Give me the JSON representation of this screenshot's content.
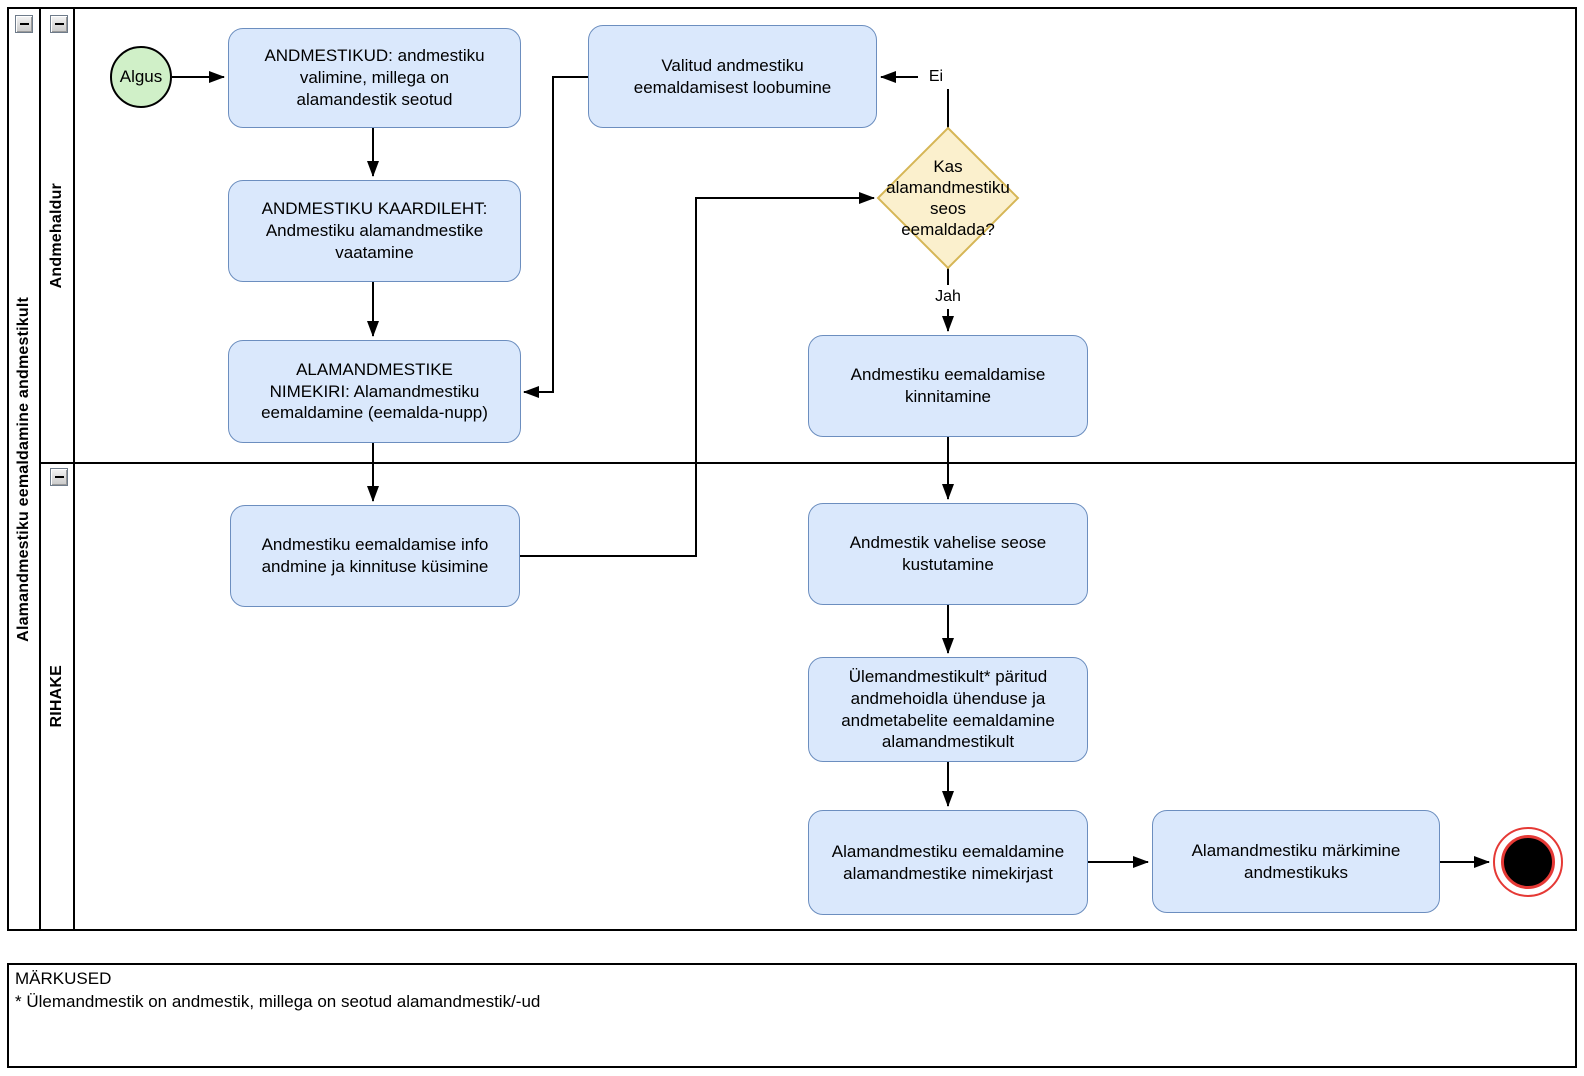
{
  "pool": {
    "title": "Alamandmestiku eemaldamine andmestikult",
    "lanes": [
      {
        "label": "Andmehaldur"
      },
      {
        "label": "RIHAKE"
      }
    ]
  },
  "nodes": {
    "start": {
      "label": "Algus"
    },
    "andmestikud": {
      "label": "ANDMESTIKUD: andmestiku\nvalimine, millega on\nalamandestik seotud"
    },
    "kaardileht": {
      "label": "ANDMESTIKU KAARDILEHT:\nAndmestiku alamandmestike\nvaatamine"
    },
    "nimekiri": {
      "label": "ALAMANDMESTIKE\nNIMEKIRI: Alamandmestiku\neemaldamine (eemalda-nupp)"
    },
    "loobumine": {
      "label": "Valitud andmestiku\neemaldamisest loobumine"
    },
    "gateway": {
      "label": "Kas\nalamandmestiku\nseos\neemaldada?"
    },
    "kinnitamine": {
      "label": "Andmestiku eemaldamise\nkinnitamine"
    },
    "info_andmine": {
      "label": "Andmestiku eemaldamise info\nandmine ja kinnituse küsimine"
    },
    "seose_kustutamine": {
      "label": "Andmestik vahelise seose\nkustutamine"
    },
    "paritud_eemaldamine": {
      "label": "Ülemandmestikult* päritud\nandmehoidla ühenduse ja\nandmetabelite eemaldamine\nalamandmestikult"
    },
    "nimekirjast_eemaldamine": {
      "label": "Alamandmestiku eemaldamine\nalamandmestike nimekirjast"
    },
    "markimine": {
      "label": "Alamandmestiku märkimine\nandmestikuks"
    }
  },
  "edge_labels": {
    "ei": "Ei",
    "jah": "Jah"
  },
  "notes": {
    "title": "MÄRKUSED",
    "body": "* Ülemandmestik on andmestik, millega on seotud alamandmestik/-ud"
  },
  "icons": {
    "collapse": "minus"
  },
  "colors": {
    "task_fill": "#dae8fc",
    "task_border": "#6c8ebf",
    "gateway_fill": "#fbf0cd",
    "gateway_border": "#d6b656",
    "start_fill": "#d0f0c8",
    "end_ring": "#e53935",
    "line": "#000000"
  }
}
